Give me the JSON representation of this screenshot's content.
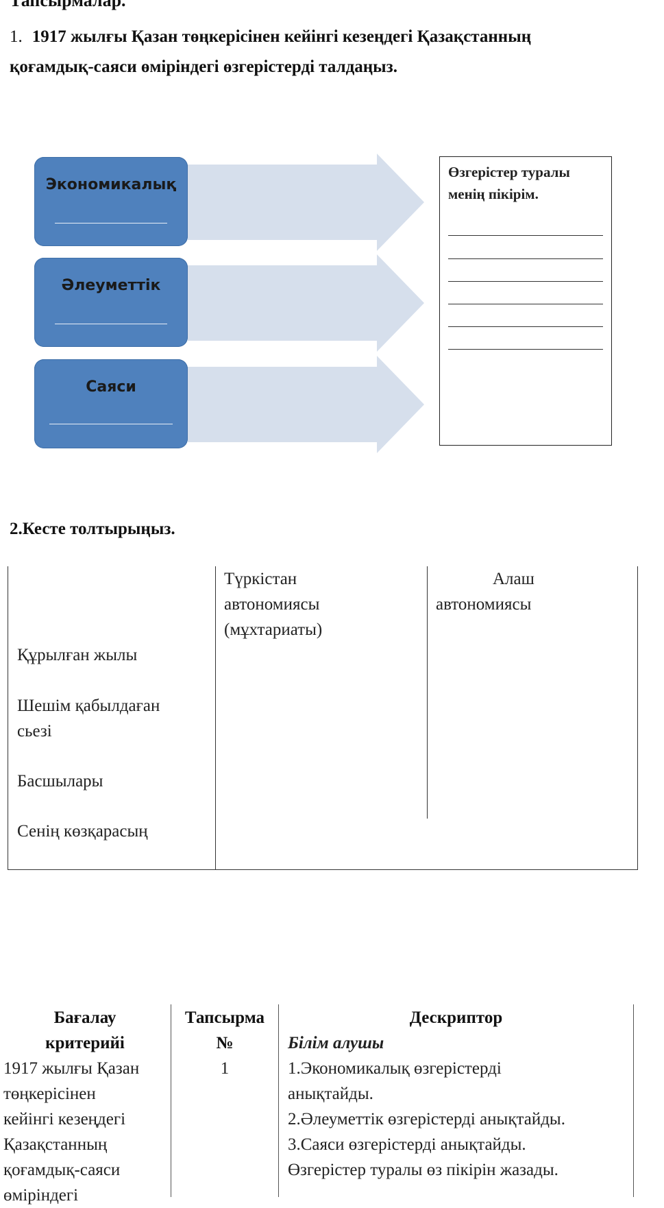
{
  "page": {
    "title_partial": "Тапсырмалар.",
    "task1": {
      "number": "1.",
      "text_line1": "1917 жылғы  Қазан төңкерісінен кейінгі кезеңдегі  Қазақстанның",
      "text_line2": "қоғамдық-саяси өміріндегі өзгерістерді талдаңыз."
    },
    "diagram": {
      "boxes": [
        {
          "label": "Экономикалық"
        },
        {
          "label": "Әлеуметтік"
        },
        {
          "label": "Саяси"
        }
      ],
      "opinion_title_line1": "Өзгерістер туралы",
      "opinion_title_line2": "менің пікірім."
    },
    "task2": {
      "title": "2.Кесте толтырыңыз.",
      "col1_header_lines": [
        "Түркістан",
        "автономиясы",
        "(мұхтариаты)"
      ],
      "col2_header_lines": [
        "Алаш",
        "автономиясы"
      ],
      "row_labels": [
        [
          "Құрылған жылы"
        ],
        [
          "Шешім қабылдаған",
          "сьезі"
        ],
        [
          "Басшылары"
        ],
        [
          "Сенің  көзқарасың"
        ]
      ]
    },
    "assessment": {
      "headers": {
        "criteria_line1": "Бағалау",
        "criteria_line2": "критерийі",
        "task_line1": "Тапсырма",
        "task_line2": "№",
        "descriptor": "Дескриптор"
      },
      "descriptor_sub": "Білім алушы",
      "criteria_lines": [
        "1917 жылғы  Қазан",
        "төңкерісінен",
        "кейінгі кезеңдегі",
        "Қазақстанның",
        "қоғамдық-саяси",
        "өміріндегі"
      ],
      "task_number": "1",
      "descriptor_lines": [
        "1.Экономикалық өзгерістерді",
        "анықтайды.",
        "2.Әлеуметтік өзгерістерді анықтайды.",
        "3.Саяси өзгерістерді анықтайды.",
        "Өзгерістер туралы өз пікірін жазады."
      ]
    }
  }
}
